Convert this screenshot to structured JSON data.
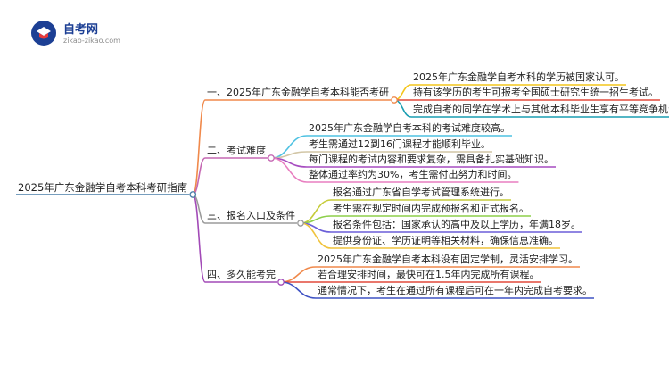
{
  "logo": {
    "name": "自考网",
    "url": "zikao-zikao.com",
    "accent": "#1c3f94",
    "badge_color": "#e8393a"
  },
  "mindmap": {
    "root": "2025年广东金融学自考本科考研指南",
    "branches": [
      {
        "label": "一、2025年广东金融学自考本科能否考研",
        "color": "#f0894b",
        "leaves": [
          {
            "text": "2025年广东金融学自考本科的学历被国家认可。",
            "color": "#f4c51b"
          },
          {
            "text": "持有该学历的考生可报考全国硕士研究生统一招生考试。",
            "color": "#e24a3c"
          },
          {
            "text": "完成自考的同学在学术上与其他本科毕业生享有平等竞争机会。",
            "color": "#1a9eb2"
          }
        ]
      },
      {
        "label": "二、考试难度",
        "color": "#c568b3",
        "leaves": [
          {
            "text": "2025年广东金融学自考本科的考试难度较高。",
            "color": "#4fc2e2"
          },
          {
            "text": "考生需通过12到16门课程才能顺利毕业。",
            "color": "#d2c6a6"
          },
          {
            "text": "每门课程的考试内容和要求复杂，需具备扎实基础知识。",
            "color": "#a64cc0"
          },
          {
            "text": "整体通过率约为30%，考生需付出努力和时间。",
            "color": "#e87fc0"
          }
        ]
      },
      {
        "label": "三、报名入口及条件",
        "color": "#9b9b9b",
        "leaves": [
          {
            "text": "报名通过广东省自学考试管理系统进行。",
            "color": "#c6cc3a"
          },
          {
            "text": "考生需在规定时间内完成预报名和正式报名。",
            "color": "#8dcf4a"
          },
          {
            "text": "报名条件包括：国家承认的高中及以上学历，年满18岁。",
            "color": "#6b5fd8"
          },
          {
            "text": "提供身份证、学历证明等相关材料，确保信息准确。",
            "color": "#f0c33c"
          }
        ]
      },
      {
        "label": "四、多久能考完",
        "color": "#a24ab7",
        "leaves": [
          {
            "text": "2025年广东金融学自考本科没有固定学制，灵活安排学习。",
            "color": "#f0894b"
          },
          {
            "text": "若合理安排时间，最快可在1.5年内完成所有课程。",
            "color": "#e24a3c"
          },
          {
            "text": "通常情况下，考生在通过所有课程后可在一年内完成自考要求。",
            "color": "#3f52c4"
          }
        ]
      }
    ],
    "root_underline_color": "#4a7ea8",
    "node_dot_fill": "#ffffff"
  }
}
